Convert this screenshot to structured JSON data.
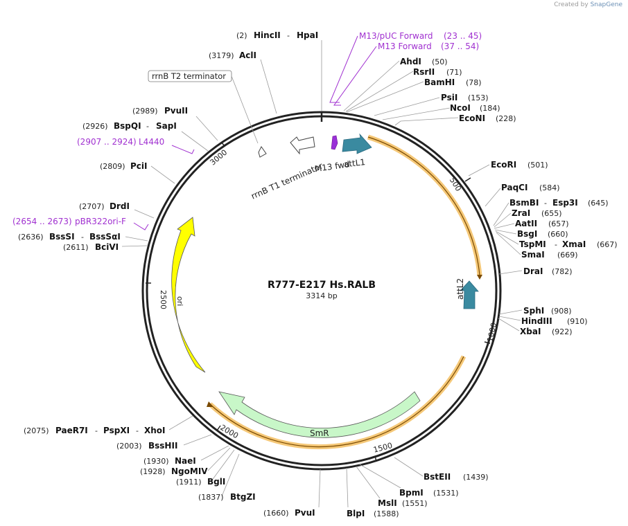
{
  "credit": {
    "prefix": "Created by",
    "brand": "SnapGene"
  },
  "plasmid": {
    "name": "R777-E217 Hs.RALB",
    "length": "3314 bp",
    "total_bp": 3314
  },
  "colors": {
    "backbone": "#222222",
    "ori": "#ffff00",
    "smr": "#c8f7c8",
    "attl": "#3a8aa0",
    "primer": "#a030d0",
    "orf": "#f5c878",
    "orf_line": "#7a4a00",
    "terminator": "#ffffff"
  },
  "scale_ticks": [
    "500",
    "1000",
    "1500",
    "2000",
    "2500",
    "3000"
  ],
  "features": [
    {
      "id": "ori",
      "label": "ori",
      "type": "rep_origin"
    },
    {
      "id": "smr",
      "label": "SmR",
      "type": "CDS"
    },
    {
      "id": "attL1",
      "label": "attL1",
      "type": "recombination"
    },
    {
      "id": "attL2",
      "label": "attL2",
      "type": "recombination"
    },
    {
      "id": "m13fwd",
      "label": "M13 fwd",
      "type": "primer_bind"
    },
    {
      "id": "t1",
      "label": "rrnB T1 terminator",
      "type": "terminator"
    },
    {
      "id": "t2",
      "label": "rrnB T2 terminator",
      "type": "terminator"
    }
  ],
  "primers": [
    {
      "name": "M13/pUC Forward",
      "range": "(23 .. 45)"
    },
    {
      "name": "M13 Forward",
      "range": "(37 .. 54)"
    },
    {
      "name": "L4440",
      "range": "(2907 .. 2924)"
    },
    {
      "name": "pBR322ori-F",
      "range": "(2654 .. 2673)"
    }
  ],
  "sites": [
    {
      "pos": "(2)",
      "names": [
        "HincII",
        "HpaI"
      ]
    },
    {
      "pos": "(3179)",
      "names": [
        "AclI"
      ]
    },
    {
      "pos": "(2989)",
      "names": [
        "PvuII"
      ]
    },
    {
      "pos": "(2926)",
      "names": [
        "BspQI",
        "SapI"
      ]
    },
    {
      "pos": "(2809)",
      "names": [
        "PciI"
      ]
    },
    {
      "pos": "(2707)",
      "names": [
        "DrdI"
      ]
    },
    {
      "pos": "(2636)",
      "names": [
        "BssSI",
        "BssSαI"
      ]
    },
    {
      "pos": "(2611)",
      "names": [
        "BciVI"
      ]
    },
    {
      "pos": "(2075)",
      "names": [
        "PaeR7I",
        "PspXI",
        "XhoI"
      ]
    },
    {
      "pos": "(2003)",
      "names": [
        "BssHII"
      ]
    },
    {
      "pos": "(1930)",
      "names": [
        "NaeI"
      ]
    },
    {
      "pos": "(1928)",
      "names": [
        "NgoMIV"
      ]
    },
    {
      "pos": "(1911)",
      "names": [
        "BglI"
      ]
    },
    {
      "pos": "(1837)",
      "names": [
        "BtgZI"
      ]
    },
    {
      "pos": "(1660)",
      "names": [
        "PvuI"
      ]
    },
    {
      "pos": "(1588)",
      "names": [
        "BlpI"
      ]
    },
    {
      "pos": "(1551)",
      "names": [
        "MslI"
      ]
    },
    {
      "pos": "(1531)",
      "names": [
        "BpmI"
      ]
    },
    {
      "pos": "(1439)",
      "names": [
        "BstEII"
      ]
    },
    {
      "pos": "(50)",
      "names": [
        "AhdI"
      ]
    },
    {
      "pos": "(71)",
      "names": [
        "RsrII"
      ]
    },
    {
      "pos": "(78)",
      "names": [
        "BamHI"
      ]
    },
    {
      "pos": "(153)",
      "names": [
        "PsiI"
      ]
    },
    {
      "pos": "(184)",
      "names": [
        "NcoI"
      ]
    },
    {
      "pos": "(228)",
      "names": [
        "EcoNI"
      ]
    },
    {
      "pos": "(501)",
      "names": [
        "EcoRI"
      ]
    },
    {
      "pos": "(584)",
      "names": [
        "PaqCI"
      ]
    },
    {
      "pos": "(645)",
      "names": [
        "BsmBI",
        "Esp3I"
      ]
    },
    {
      "pos": "(655)",
      "names": [
        "ZraI"
      ]
    },
    {
      "pos": "(657)",
      "names": [
        "AatII"
      ]
    },
    {
      "pos": "(660)",
      "names": [
        "BsgI"
      ]
    },
    {
      "pos": "(667)",
      "names": [
        "TspMI",
        "XmaI"
      ]
    },
    {
      "pos": "(669)",
      "names": [
        "SmaI"
      ]
    },
    {
      "pos": "(782)",
      "names": [
        "DraI"
      ]
    },
    {
      "pos": "(908)",
      "names": [
        "SphI"
      ]
    },
    {
      "pos": "(910)",
      "names": [
        "HindIII"
      ]
    },
    {
      "pos": "(922)",
      "names": [
        "XbaI"
      ]
    }
  ]
}
